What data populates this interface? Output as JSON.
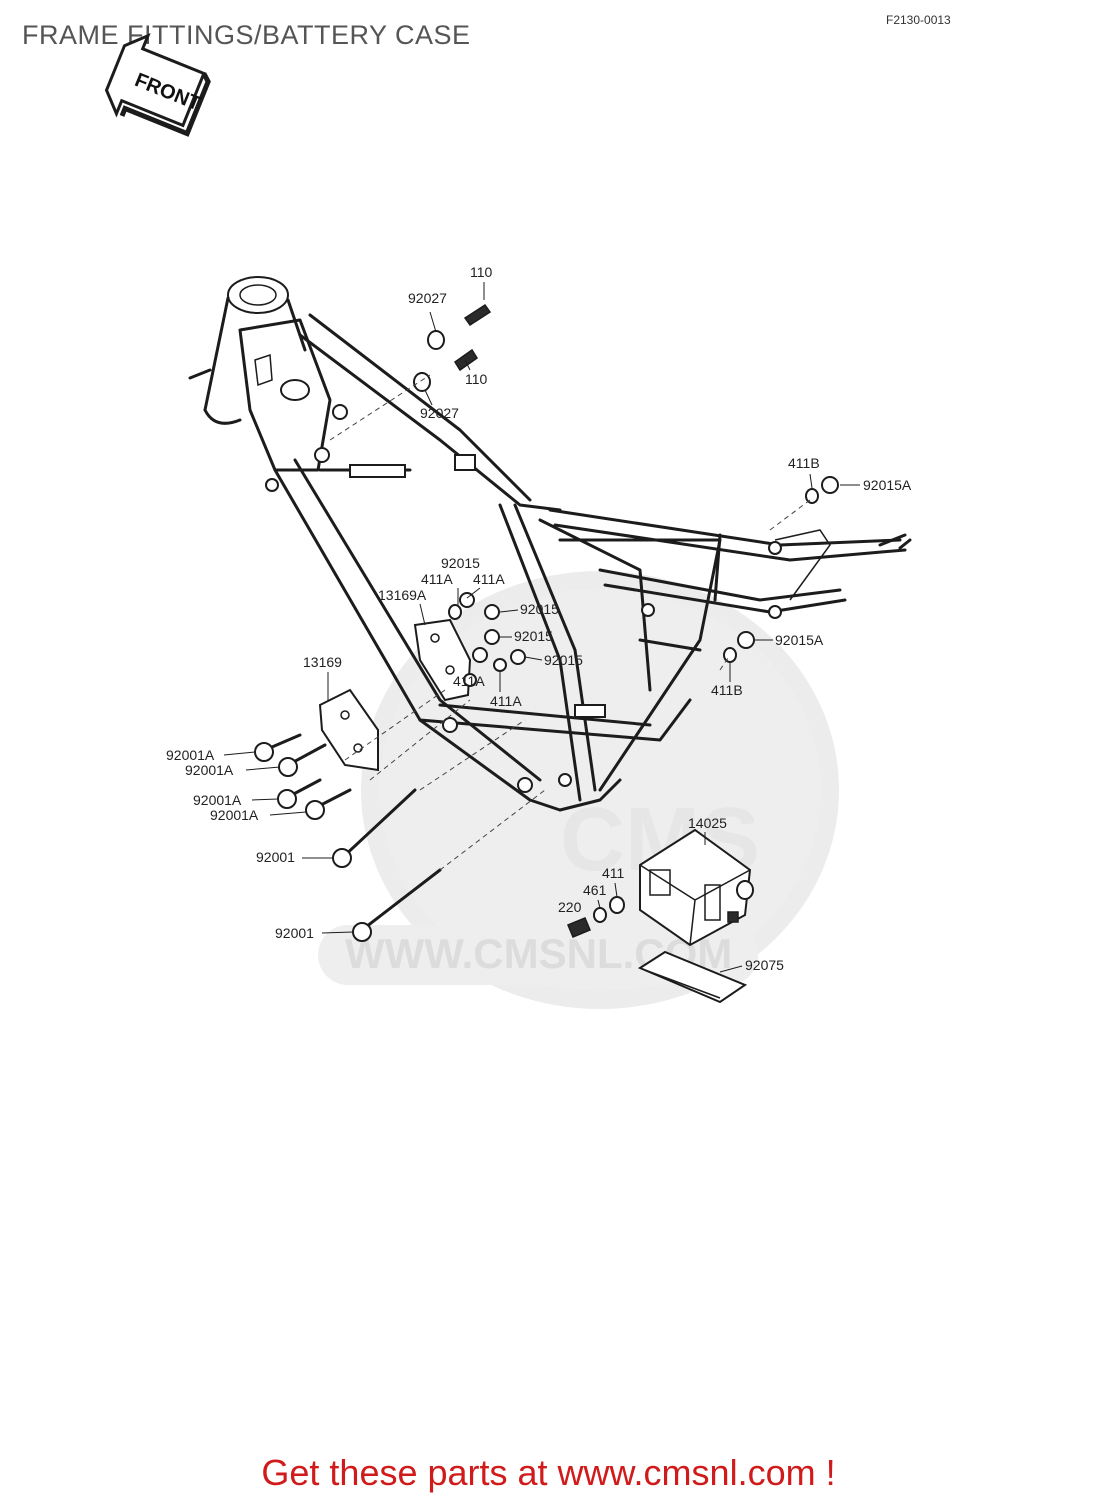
{
  "page": {
    "title": "FRAME FITTINGS/BATTERY CASE",
    "reference": "F2130-0013",
    "front_badge": "FRONT",
    "watermark_url": "WWW.CMSNL.COM",
    "watermark_logo": "CMS",
    "footer": "Get these parts at www.cmsnl.com !"
  },
  "callouts": {
    "c110a": "110",
    "c92027a": "92027",
    "c110b": "110",
    "c92027b": "92027",
    "c411b_top": "411B",
    "c92015a_top": "92015A",
    "c92015_1": "92015",
    "c411a_1": "411A",
    "c411a_2": "411A",
    "c13169a": "13169A",
    "c92015_2": "92015",
    "c92015_3": "92015",
    "c92015_4": "92015",
    "c411a_3": "411A",
    "c411a_4": "411A",
    "c92015a_mid": "92015A",
    "c411b_mid": "411B",
    "c13169": "13169",
    "c92001a_1": "92001A",
    "c92001a_2": "92001A",
    "c92001a_3": "92001A",
    "c92001a_4": "92001A",
    "c92001_1": "92001",
    "c92001_2": "92001",
    "c14025": "14025",
    "c411": "411",
    "c461": "461",
    "c220": "220",
    "c92075": "92075"
  }
}
